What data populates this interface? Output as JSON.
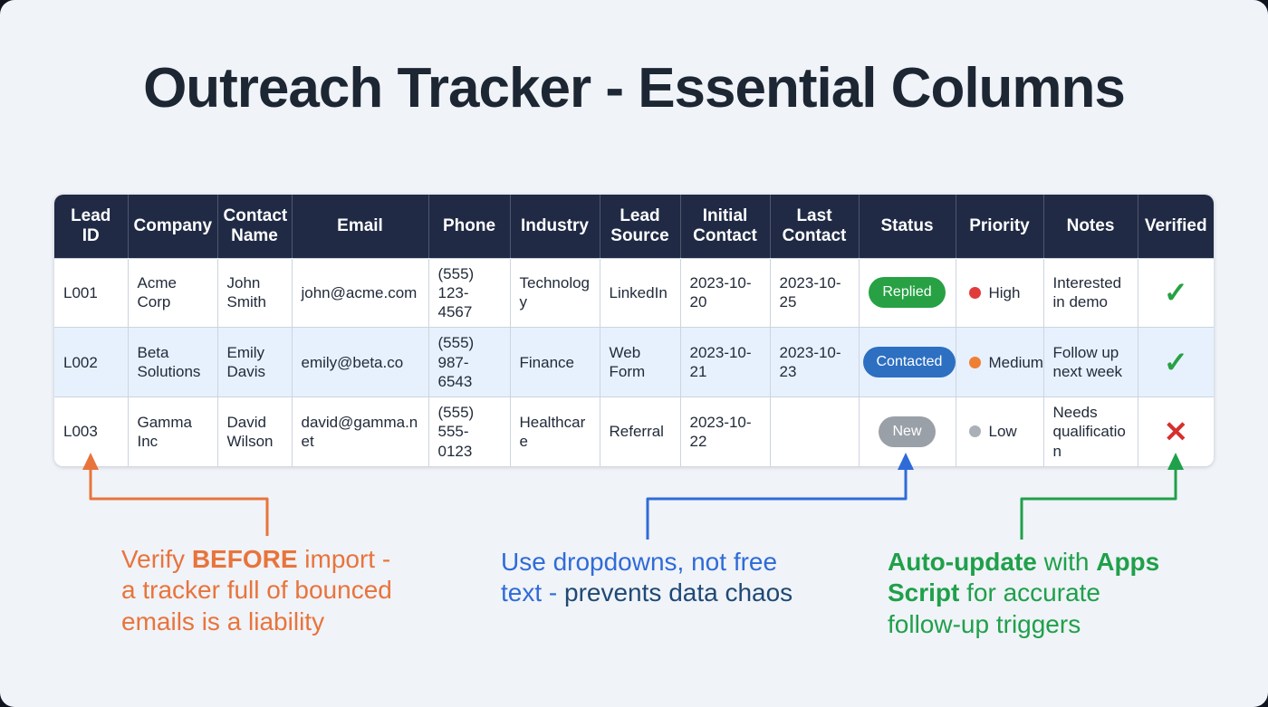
{
  "colors": {
    "frame": "#10141f",
    "slide_bg": "#f0f3f8",
    "header_bg": "#202a45",
    "row_alt_bg": "#e7f1fd",
    "accent_orange": "#e8743b",
    "accent_blue": "#2f6bd8",
    "accent_green": "#1fa04a"
  },
  "page": {
    "title": "Outreach Tracker - Essential Columns"
  },
  "table": {
    "headers": [
      "Lead ID",
      "Company",
      "Contact Name",
      "Email",
      "Phone",
      "Industry",
      "Lead Source",
      "Initial Contact",
      "Last Contact",
      "Status",
      "Priority",
      "Notes",
      "Verified"
    ],
    "rows": [
      {
        "lead_id": "L001",
        "company": "Acme Corp",
        "contact_name": "John Smith",
        "email": "john@acme.com",
        "phone": "(555) 123-4567",
        "industry": "Technology",
        "lead_source": "LinkedIn",
        "initial_contact": "2023-10-20",
        "last_contact": "2023-10-25",
        "status": {
          "label": "Replied",
          "color": "#27a144"
        },
        "priority": {
          "label": "High",
          "dot_color": "#e23b3b"
        },
        "notes": "Interested in demo",
        "verified": {
          "symbol": "✓",
          "color": "#27a144"
        }
      },
      {
        "lead_id": "L002",
        "company": "Beta Solutions",
        "contact_name": "Emily Davis",
        "email": "emily@beta.co",
        "phone": "(555) 987-6543",
        "industry": "Finance",
        "lead_source": "Web Form",
        "initial_contact": "2023-10-21",
        "last_contact": "2023-10-23",
        "status": {
          "label": "Contacted",
          "color": "#2d6fc1"
        },
        "priority": {
          "label": "Medium",
          "dot_color": "#ef7f33"
        },
        "notes": "Follow up next week",
        "verified": {
          "symbol": "✓",
          "color": "#27a144"
        }
      },
      {
        "lead_id": "L003",
        "company": "Gamma Inc",
        "contact_name": "David Wilson",
        "email": "david@gamma.net",
        "phone": "(555) 555-0123",
        "industry": "Healthcare",
        "lead_source": "Referral",
        "initial_contact": "2023-10-22",
        "last_contact": "",
        "status": {
          "label": "New",
          "color": "#9aa0a8"
        },
        "priority": {
          "label": "Low",
          "dot_color": "#a9b0b8"
        },
        "notes": "Needs qualification",
        "verified": {
          "symbol": "✕",
          "color": "#d62f2f"
        }
      }
    ]
  },
  "annotations": {
    "verify": {
      "color": "#e8743b",
      "lead": "Verify ",
      "bold": "BEFORE",
      "rest": " import - a tracker full of bounced emails is a liability"
    },
    "dropdowns": {
      "color": "#2f6bd8",
      "blue_part": "Use dropdowns, not free text - ",
      "dark_part": "prevents data chaos",
      "dark_color": "#1e4976"
    },
    "autoupdate": {
      "color": "#1fa04a",
      "bold1": "Auto-update",
      "mid": " with ",
      "bold2": "Apps Script",
      "rest": " for accurate follow-up triggers"
    }
  }
}
